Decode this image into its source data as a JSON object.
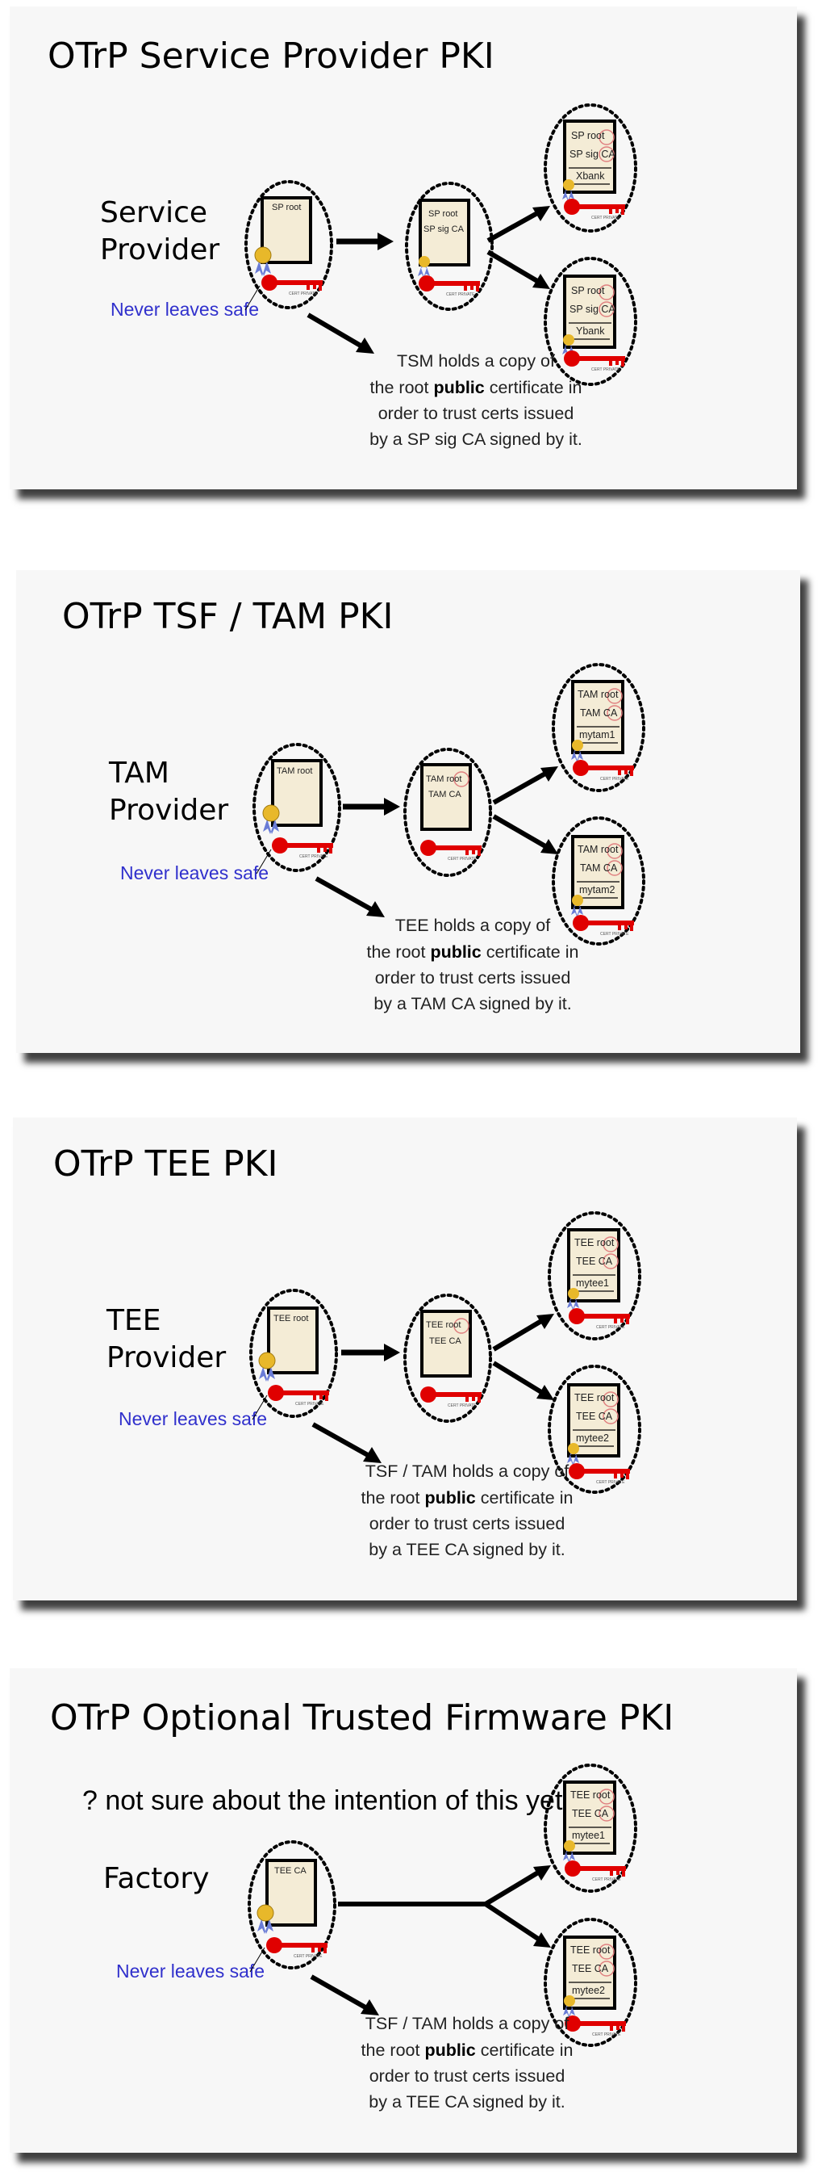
{
  "panels": [
    {
      "title": "OTrP Service Provider PKI",
      "provider": [
        "Service",
        "Provider"
      ],
      "root_label": "SP root",
      "ca_lines": [
        "SP root",
        "SP sig CA"
      ],
      "leaf1": [
        "SP root",
        "SP sig CA",
        "Xbank"
      ],
      "leaf2": [
        "SP root",
        "SP sig CA",
        "Ybank"
      ],
      "never_leaves": "Never leaves safe",
      "note": {
        "l1": "TSM holds a copy of",
        "l2a": "the root ",
        "l2b": "public",
        "l2c": " certificate in",
        "l3": "order to trust certs issued",
        "l4": "by a SP sig CA signed by it."
      }
    },
    {
      "title": "OTrP TSF / TAM PKI",
      "provider": [
        "TAM",
        "Provider"
      ],
      "root_label": "TAM root",
      "ca_lines": [
        "TAM root",
        "TAM CA"
      ],
      "leaf1": [
        "TAM root",
        "TAM CA",
        "mytam1"
      ],
      "leaf2": [
        "TAM root",
        "TAM CA",
        "mytam2"
      ],
      "never_leaves": "Never leaves safe",
      "note": {
        "l1": "TEE holds a copy of",
        "l2a": "the root ",
        "l2b": "public",
        "l2c": " certificate in",
        "l3": "order to trust certs issued",
        "l4": "by a TAM CA signed by it."
      }
    },
    {
      "title": "OTrP TEE PKI",
      "provider": [
        "TEE",
        "Provider"
      ],
      "root_label": "TEE root",
      "ca_lines": [
        "TEE root",
        "TEE CA"
      ],
      "leaf1": [
        "TEE root",
        "TEE CA",
        "mytee1"
      ],
      "leaf2": [
        "TEE root",
        "TEE CA",
        "mytee2"
      ],
      "never_leaves": "Never leaves safe",
      "note": {
        "l1": "TSF / TAM holds a copy of",
        "l2a": "the root ",
        "l2b": "public",
        "l2c": " certificate in",
        "l3": "order to trust certs issued",
        "l4": "by a TEE CA signed by it."
      }
    },
    {
      "title": "OTrP Optional Trusted Firmware PKI",
      "question": "? not sure about the intention of this yet",
      "provider": [
        "Factory"
      ],
      "root_label": "TEE CA",
      "leaf1": [
        "TEE root",
        "TEE CA",
        "mytee1"
      ],
      "leaf2": [
        "TEE root",
        "TEE CA",
        "mytee2"
      ],
      "never_leaves": "Never leaves safe",
      "note": {
        "l1": "TSF / TAM holds a copy of",
        "l2a": "the root ",
        "l2b": "public",
        "l2c": " certificate in",
        "l3": "order to trust certs issued",
        "l4": "by a TEE CA signed by it."
      }
    }
  ],
  "key_tag": "CERT PRIVATE",
  "colors": {
    "arrow": "#000000",
    "key": "#e00000",
    "seal": "#e8b82a",
    "ribbon": "#6a7cd6",
    "safe_text": "#3030cc",
    "cert_fill": "#f4ecd6",
    "panel": "#f7f7f7"
  }
}
